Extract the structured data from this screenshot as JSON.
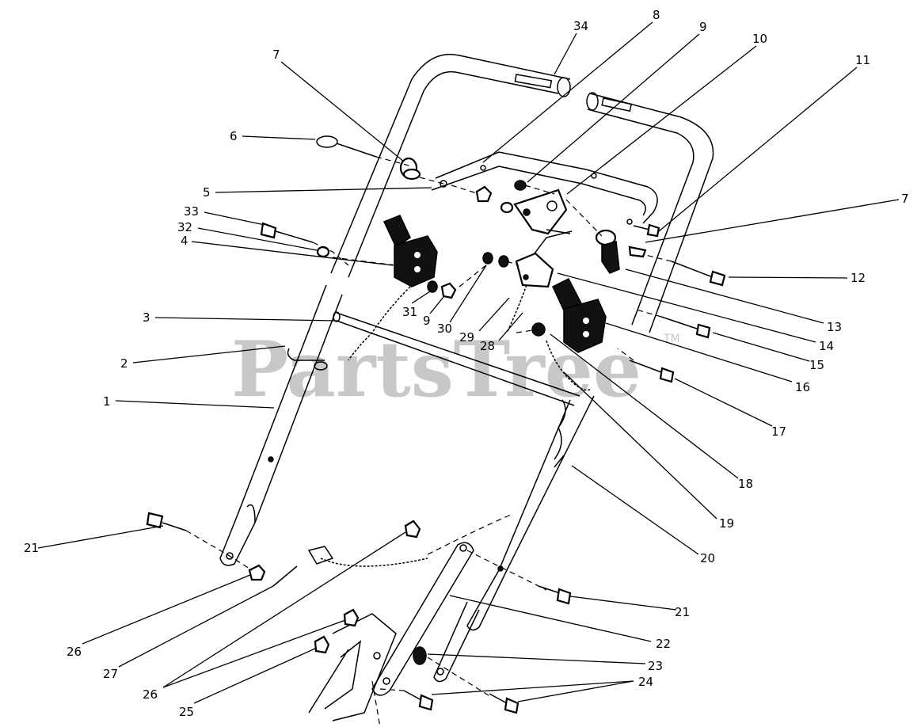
{
  "watermark": {
    "text": "PartsTree",
    "mark": "TM"
  },
  "callouts": [
    {
      "id": "c34",
      "text": "34"
    },
    {
      "id": "c8",
      "text": "8"
    },
    {
      "id": "c9a",
      "text": "9"
    },
    {
      "id": "c10",
      "text": "10"
    },
    {
      "id": "c11",
      "text": "11"
    },
    {
      "id": "c7a",
      "text": "7"
    },
    {
      "id": "c6",
      "text": "6"
    },
    {
      "id": "c5",
      "text": "5"
    },
    {
      "id": "c33",
      "text": "33"
    },
    {
      "id": "c32",
      "text": "32"
    },
    {
      "id": "c4",
      "text": "4"
    },
    {
      "id": "c7b",
      "text": "7"
    },
    {
      "id": "c12",
      "text": "12"
    },
    {
      "id": "c13",
      "text": "13"
    },
    {
      "id": "c14",
      "text": "14"
    },
    {
      "id": "c15",
      "text": "15"
    },
    {
      "id": "c16",
      "text": "16"
    },
    {
      "id": "c17",
      "text": "17"
    },
    {
      "id": "c18",
      "text": "18"
    },
    {
      "id": "c19",
      "text": "19"
    },
    {
      "id": "c20",
      "text": "20"
    },
    {
      "id": "c3",
      "text": "3"
    },
    {
      "id": "c31",
      "text": "31"
    },
    {
      "id": "c9b",
      "text": "9"
    },
    {
      "id": "c30",
      "text": "30"
    },
    {
      "id": "c29",
      "text": "29"
    },
    {
      "id": "c28",
      "text": "28"
    },
    {
      "id": "c2",
      "text": "2"
    },
    {
      "id": "c1",
      "text": "1"
    },
    {
      "id": "c21a",
      "text": "21"
    },
    {
      "id": "c21b",
      "text": "21"
    },
    {
      "id": "c26a",
      "text": "26"
    },
    {
      "id": "c27",
      "text": "27"
    },
    {
      "id": "c26b",
      "text": "26"
    },
    {
      "id": "c25",
      "text": "25"
    },
    {
      "id": "c22",
      "text": "22"
    },
    {
      "id": "c23",
      "text": "23"
    },
    {
      "id": "c24",
      "text": "24"
    }
  ]
}
